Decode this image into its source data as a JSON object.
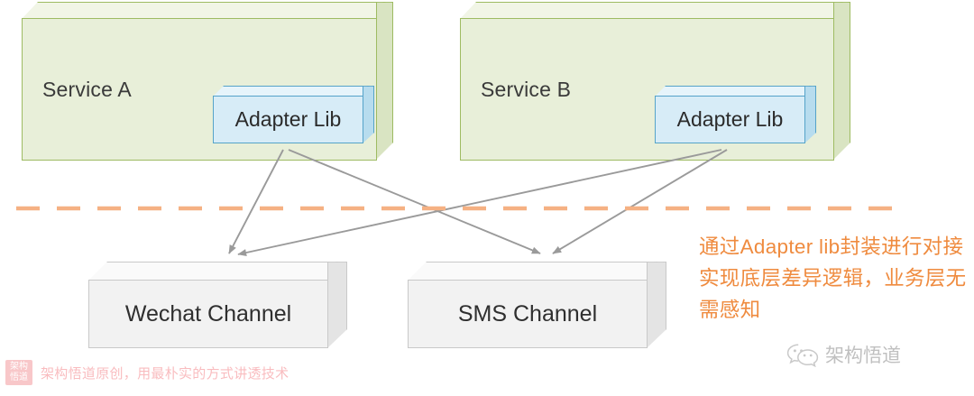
{
  "diagram": {
    "title_hidden": "",
    "services": [
      {
        "name": "service-a",
        "label": "Service A",
        "adapter": {
          "name": "adapter-lib-a",
          "label": "Adapter Lib"
        }
      },
      {
        "name": "service-b",
        "label": "Service B",
        "adapter": {
          "name": "adapter-lib-b",
          "label": "Adapter Lib"
        }
      }
    ],
    "channels": [
      {
        "name": "wechat-channel",
        "label": "Wechat Channel"
      },
      {
        "name": "sms-channel",
        "label": "SMS Channel"
      }
    ],
    "divider": {
      "name": "dashed-divider",
      "color": "#f5b183",
      "style": "dashed"
    },
    "annotation": {
      "text": "通过Adapter lib封装进行对接实现底层差异逻辑，业务层无需感知",
      "color": "#ef8b3f"
    },
    "connectors": [
      {
        "from": "adapter-lib-a",
        "to": "wechat-channel",
        "arrow": true
      },
      {
        "from": "adapter-lib-a",
        "to": "sms-channel",
        "arrow": true
      },
      {
        "from": "adapter-lib-b",
        "to": "wechat-channel",
        "arrow": true
      },
      {
        "from": "adapter-lib-b",
        "to": "sms-channel",
        "arrow": true
      }
    ],
    "colors": {
      "service_fill": "#e8efd9",
      "service_stroke": "#9ebb62",
      "adapter_fill": "#d7ecf7",
      "adapter_stroke": "#55a3c9",
      "channel_fill": "#f2f2f2",
      "channel_stroke": "#c9c9c9",
      "connector": "#8c8c8c",
      "accent": "#ef8b3f"
    }
  },
  "watermarks": {
    "right": {
      "icon": "wechat-icon",
      "text": "架构悟道"
    },
    "bottom_left": {
      "badge_line1": "架构",
      "badge_line2": "悟道",
      "slogan": "架构悟道原创，用最朴实的方式讲透技术"
    }
  }
}
